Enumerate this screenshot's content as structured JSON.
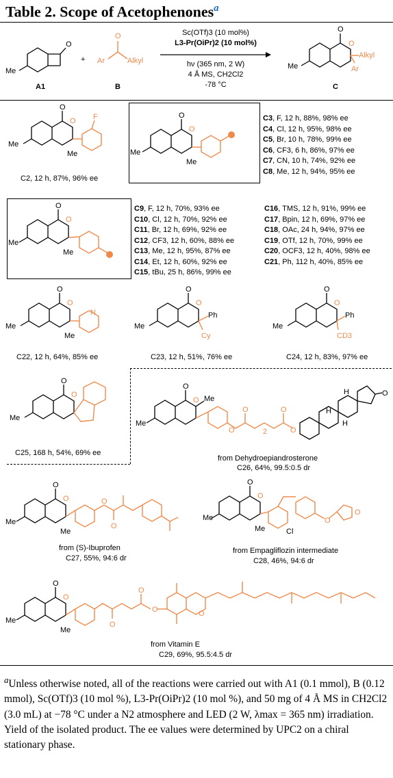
{
  "title": "Table 2. Scope of Acetophenones",
  "title_sup": "a",
  "scheme": {
    "reagent_a": "A1",
    "reagent_b": "B",
    "product": "C",
    "plus": "+",
    "b_ar": "Ar",
    "b_alkyl": "Alkyl",
    "c_alkyl": "Alkyl",
    "c_ar": "Ar",
    "me": "Me",
    "cond1": "Sc(OTf)3 (10 mol%)",
    "cond2": "L3-Pr(OiPr)2 (10 mol%)",
    "cond3": "hν (365 nm, 2 W)",
    "cond4": "4 Å MS, CH2Cl2",
    "cond5": "-78 °C"
  },
  "entries": {
    "c2": "C2, 12 h, 87%, 96% ee",
    "c3_c8": [
      {
        "id": "C3",
        "text": ", F, 12 h, 88%, 98% ee"
      },
      {
        "id": "C4",
        "text": ", Cl, 12 h, 95%, 98% ee"
      },
      {
        "id": "C5",
        "text": ", Br, 10 h, 78%, 99% ee"
      },
      {
        "id": "C6",
        "text": ", CF3, 6 h, 86%, 97% ee"
      },
      {
        "id": "C7",
        "text": ", CN, 10 h, 74%, 92% ee"
      },
      {
        "id": "C8",
        "text": ", Me, 12 h, 94%, 95% ee"
      }
    ],
    "c9_c15": [
      {
        "id": "C9",
        "text": ", F, 12 h, 70%, 93% ee"
      },
      {
        "id": "C10",
        "text": ", Cl, 12 h, 70%, 92% ee"
      },
      {
        "id": "C11",
        "text": ", Br, 12 h, 69%, 92% ee"
      },
      {
        "id": "C12",
        "text": ", CF3, 12 h, 60%, 88% ee"
      },
      {
        "id": "C13",
        "text": ", Me, 12 h, 95%, 87% ee"
      },
      {
        "id": "C14",
        "text": ", Et, 12 h, 60%, 92% ee"
      },
      {
        "id": "C15",
        "text": ", tBu, 25 h, 86%, 99% ee"
      }
    ],
    "c16_c21": [
      {
        "id": "C16",
        "text": ", TMS, 12 h, 91%, 99% ee"
      },
      {
        "id": "C17",
        "text": ", Bpin, 12 h, 69%, 97% ee"
      },
      {
        "id": "C18",
        "text": ", OAc, 24 h, 94%, 97% ee"
      },
      {
        "id": "C19",
        "text": ", OTf, 12 h, 70%, 99% ee"
      },
      {
        "id": "C20",
        "text": ", OCF3, 12 h, 40%, 98% ee"
      },
      {
        "id": "C21",
        "text": ", Ph, 112 h, 40%, 85% ee"
      }
    ],
    "c22": "C22, 12 h, 64%, 85% ee",
    "c23": "C23, 12 h, 51%, 76% ee",
    "c24": "C24, 12 h, 83%, 97% ee",
    "c25": "C25, 168 h, 54%, 69% ee",
    "c26_from": "from Dehydroepiandrosterone",
    "c26": "C26, 64%, 99.5:0.5 dr",
    "c27_from": "from (S)-Ibuprofen",
    "c27": "C27, 55%, 94:6 dr",
    "c28_from": "from Empagliflozin intermediate",
    "c28": "C28, 46%, 94:6 dr",
    "c29_from": "from Vitamin E",
    "c29": "C29, 69%, 95.5:4.5 dr"
  },
  "struct_labels": {
    "O": "O",
    "Me": "Me",
    "F": "F",
    "N": "N",
    "Cy": "Cy",
    "Ph": "Ph",
    "CD3": "CD3",
    "Cl": "Cl",
    "H": "H",
    "2": "2"
  },
  "footnote": "Unless otherwise noted, all of the reactions were carried out with A1 (0.1 mmol), B (0.12 mmol), Sc(OTf)3 (10 mol %), L3-Pr(OiPr)2 (10 mol %), and 50 mg of 4 Å MS in CH2Cl2 (3.0 mL) at −78 °C under a N2 atmosphere and LED (2 W, λmax = 365 nm) irradiation. Yield of the isolated product. The ee values were determined by UPC2 on a chiral stationary phase.",
  "colors": {
    "accent": "#f08a4b",
    "title_sup": "#1a6fc7"
  }
}
